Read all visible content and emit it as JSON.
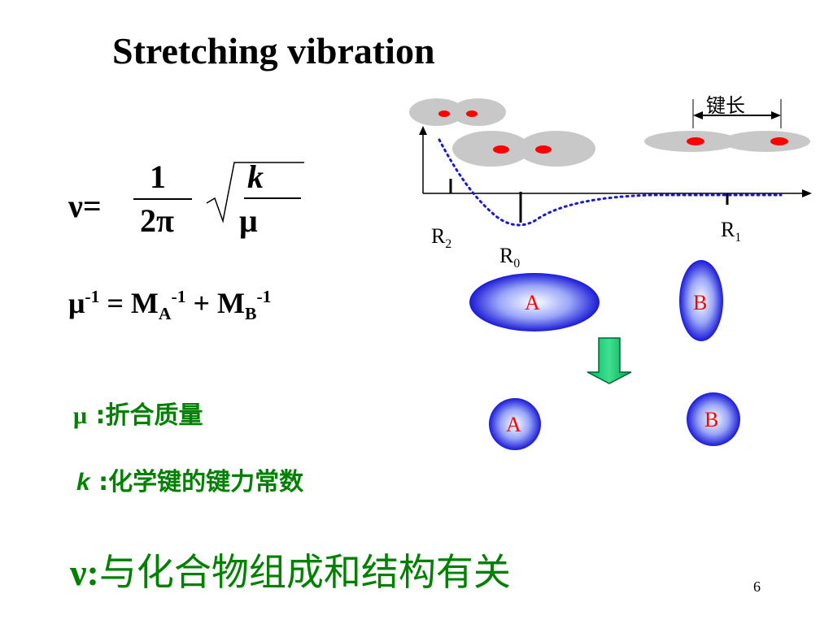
{
  "title": "Stretching vibration",
  "formula": {
    "nu": "ν",
    "equals": "=",
    "numerator": "1",
    "denominator": "2π",
    "k": "k",
    "mu": "μ"
  },
  "reduced_mass": {
    "mu": "μ",
    "exp": "-1",
    "mid": " = M",
    "sub_a": "A",
    "plus": " + M",
    "sub_b": "B"
  },
  "definitions": {
    "mu_symbol": "μ",
    "mu_text": " :折合质量",
    "k_symbol": "k",
    "k_text": " :化学键的键力常数"
  },
  "conclusion": {
    "symbol": "ν:",
    "text": "与化合物组成和结构有关"
  },
  "diagram": {
    "bond_length_label": "键长",
    "r2": "R",
    "r2_sub": "2",
    "r0": "R",
    "r0_sub": "0",
    "r1": "R",
    "r1_sub": "1",
    "atom_a": "A",
    "atom_b": "B",
    "atom_a_small": "A",
    "atom_b_small": "B"
  },
  "colors": {
    "green": "#008000",
    "atom_red": "#ff0000",
    "blue_edge": "#0000cc",
    "arrow_green": "#00cc66"
  },
  "page_number": "6"
}
